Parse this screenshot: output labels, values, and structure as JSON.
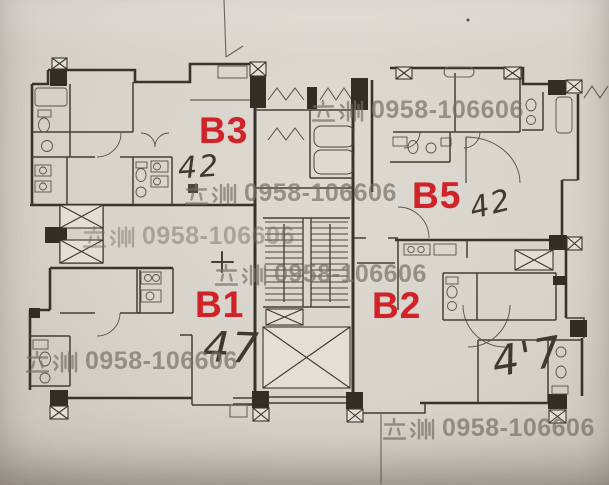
{
  "plan": {
    "units": [
      {
        "label": "B3",
        "area_note": "42"
      },
      {
        "label": "B5",
        "area_note": "42"
      },
      {
        "label": "B1",
        "area_note": "47"
      },
      {
        "label": "B2",
        "area_note": "4'7"
      }
    ],
    "unit_label_color": "#cf2329",
    "handwriting_color": "#3f3930",
    "wall_color": "#39332b",
    "paper_color": "#d7d3cb"
  },
  "watermark": {
    "text": "立淵 0958-106606",
    "prefix_cjk": "立淵",
    "number": "0958-106606",
    "color": "#736e66",
    "count": 6
  }
}
